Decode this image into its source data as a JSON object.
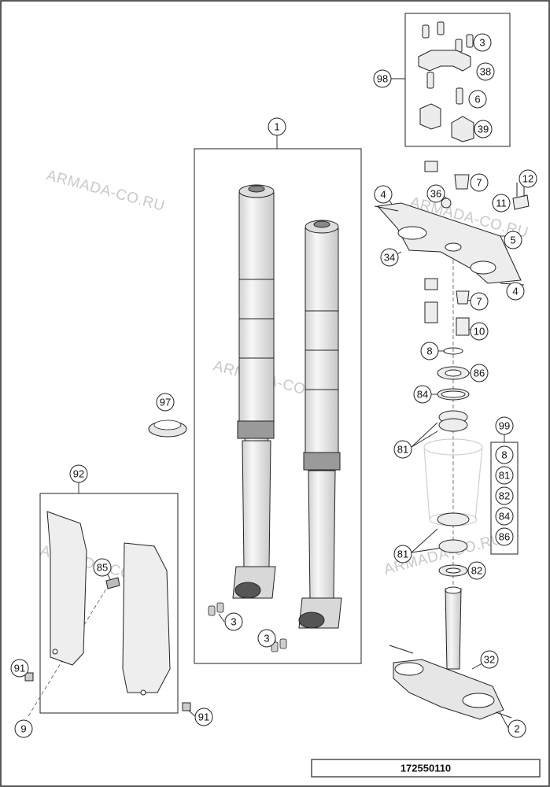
{
  "watermark": "ARMADA-CO.RU",
  "drawing_number": "172550110",
  "callouts": {
    "c1": "1",
    "c98": "98",
    "c3a": "3",
    "c38": "38",
    "c6": "6",
    "c39": "39",
    "c4a": "4",
    "c7a": "7",
    "c12": "12",
    "c36": "36",
    "c11": "11",
    "c5": "5",
    "c34": "34",
    "c4b": "4",
    "c7b": "7",
    "c10": "10",
    "c8a": "8",
    "c86a": "86",
    "c84a": "84",
    "c97": "97",
    "c99": "99",
    "c81a": "81",
    "c8b": "8",
    "c81b": "81",
    "c82a": "82",
    "c84b": "84",
    "c86b": "86",
    "c92": "92",
    "c85": "85",
    "c81c": "81",
    "c82b": "82",
    "c3b": "3",
    "c3c": "3",
    "c32": "32",
    "c91a": "91",
    "c9": "9",
    "c91b": "91",
    "c2": "2"
  },
  "colors": {
    "line": "#222222",
    "part_fill": "#f2f2f2",
    "part_shade": "#d9d9d9",
    "watermark": "#c9c9c9"
  }
}
